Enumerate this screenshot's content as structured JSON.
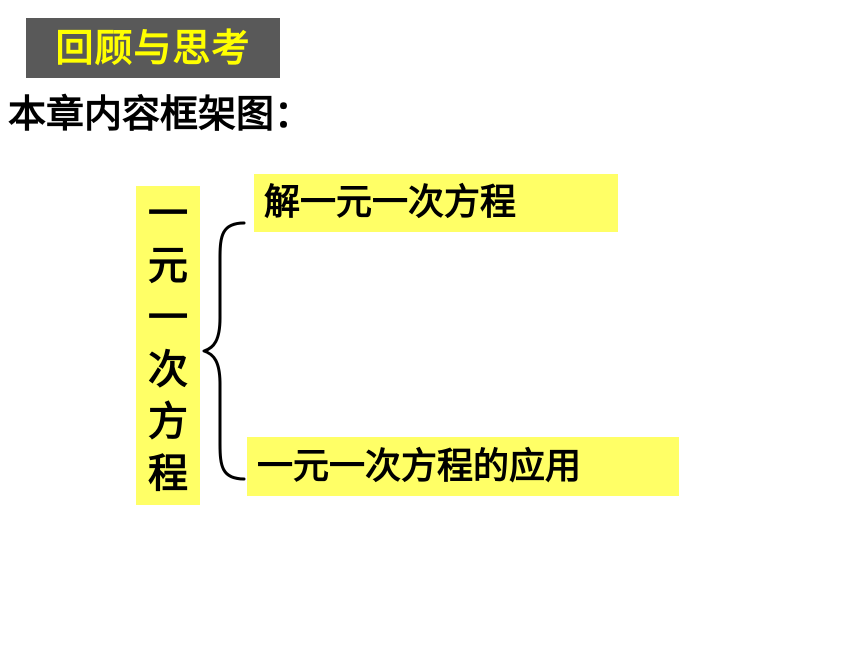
{
  "tag": {
    "label": "回顾与思考"
  },
  "heading": {
    "text": "本章内容框架图："
  },
  "framework": {
    "root_chars": [
      "一",
      "元",
      "一",
      "次",
      "方",
      "程"
    ],
    "branch_top": "解一元一次方程",
    "branch_bottom": "一元一次方程的应用"
  },
  "colors": {
    "tag_bg": "#595959",
    "tag_text": "#ffff00",
    "highlight": "#ffff66",
    "text": "#000000"
  }
}
